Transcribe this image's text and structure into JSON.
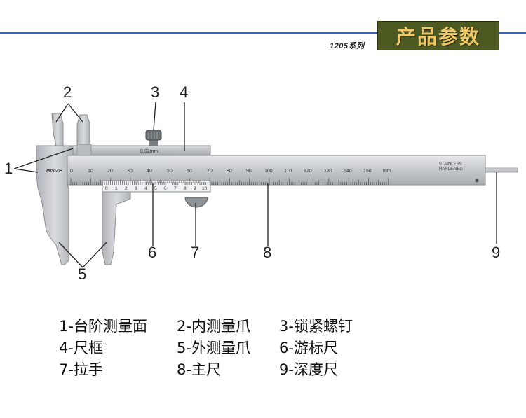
{
  "header": {
    "series": "1205系列",
    "title": "产品参数"
  },
  "caliper": {
    "brand": "INSIZE",
    "resolution": "0.02mm",
    "steel_note_1": "STAINLESS",
    "steel_note_2": "HARDENED",
    "unit": "mm",
    "main_scale_numbers": [
      "0",
      "10",
      "20",
      "30",
      "40",
      "50",
      "60",
      "70",
      "80",
      "90",
      "100",
      "110",
      "120",
      "130",
      "140",
      "150"
    ],
    "vernier_numbers": [
      "0",
      "1",
      "2",
      "3",
      "4",
      "5",
      "6",
      "7",
      "8",
      "9",
      "10"
    ]
  },
  "callouts": [
    "1",
    "2",
    "3",
    "4",
    "5",
    "6",
    "7",
    "8",
    "9"
  ],
  "legend": [
    [
      "1-台阶测量面",
      "2-内测量爪",
      "3-锁紧螺钉"
    ],
    [
      "4-尺框",
      "5-外测量爪",
      "6-游标尺"
    ],
    [
      "7-拉手",
      "8-主尺",
      "9-深度尺"
    ]
  ],
  "colors": {
    "header_line": "#3a63b8",
    "title_bg": "#4c5a22",
    "title_text": "#f0c868",
    "metal": "#c9cdd0"
  }
}
